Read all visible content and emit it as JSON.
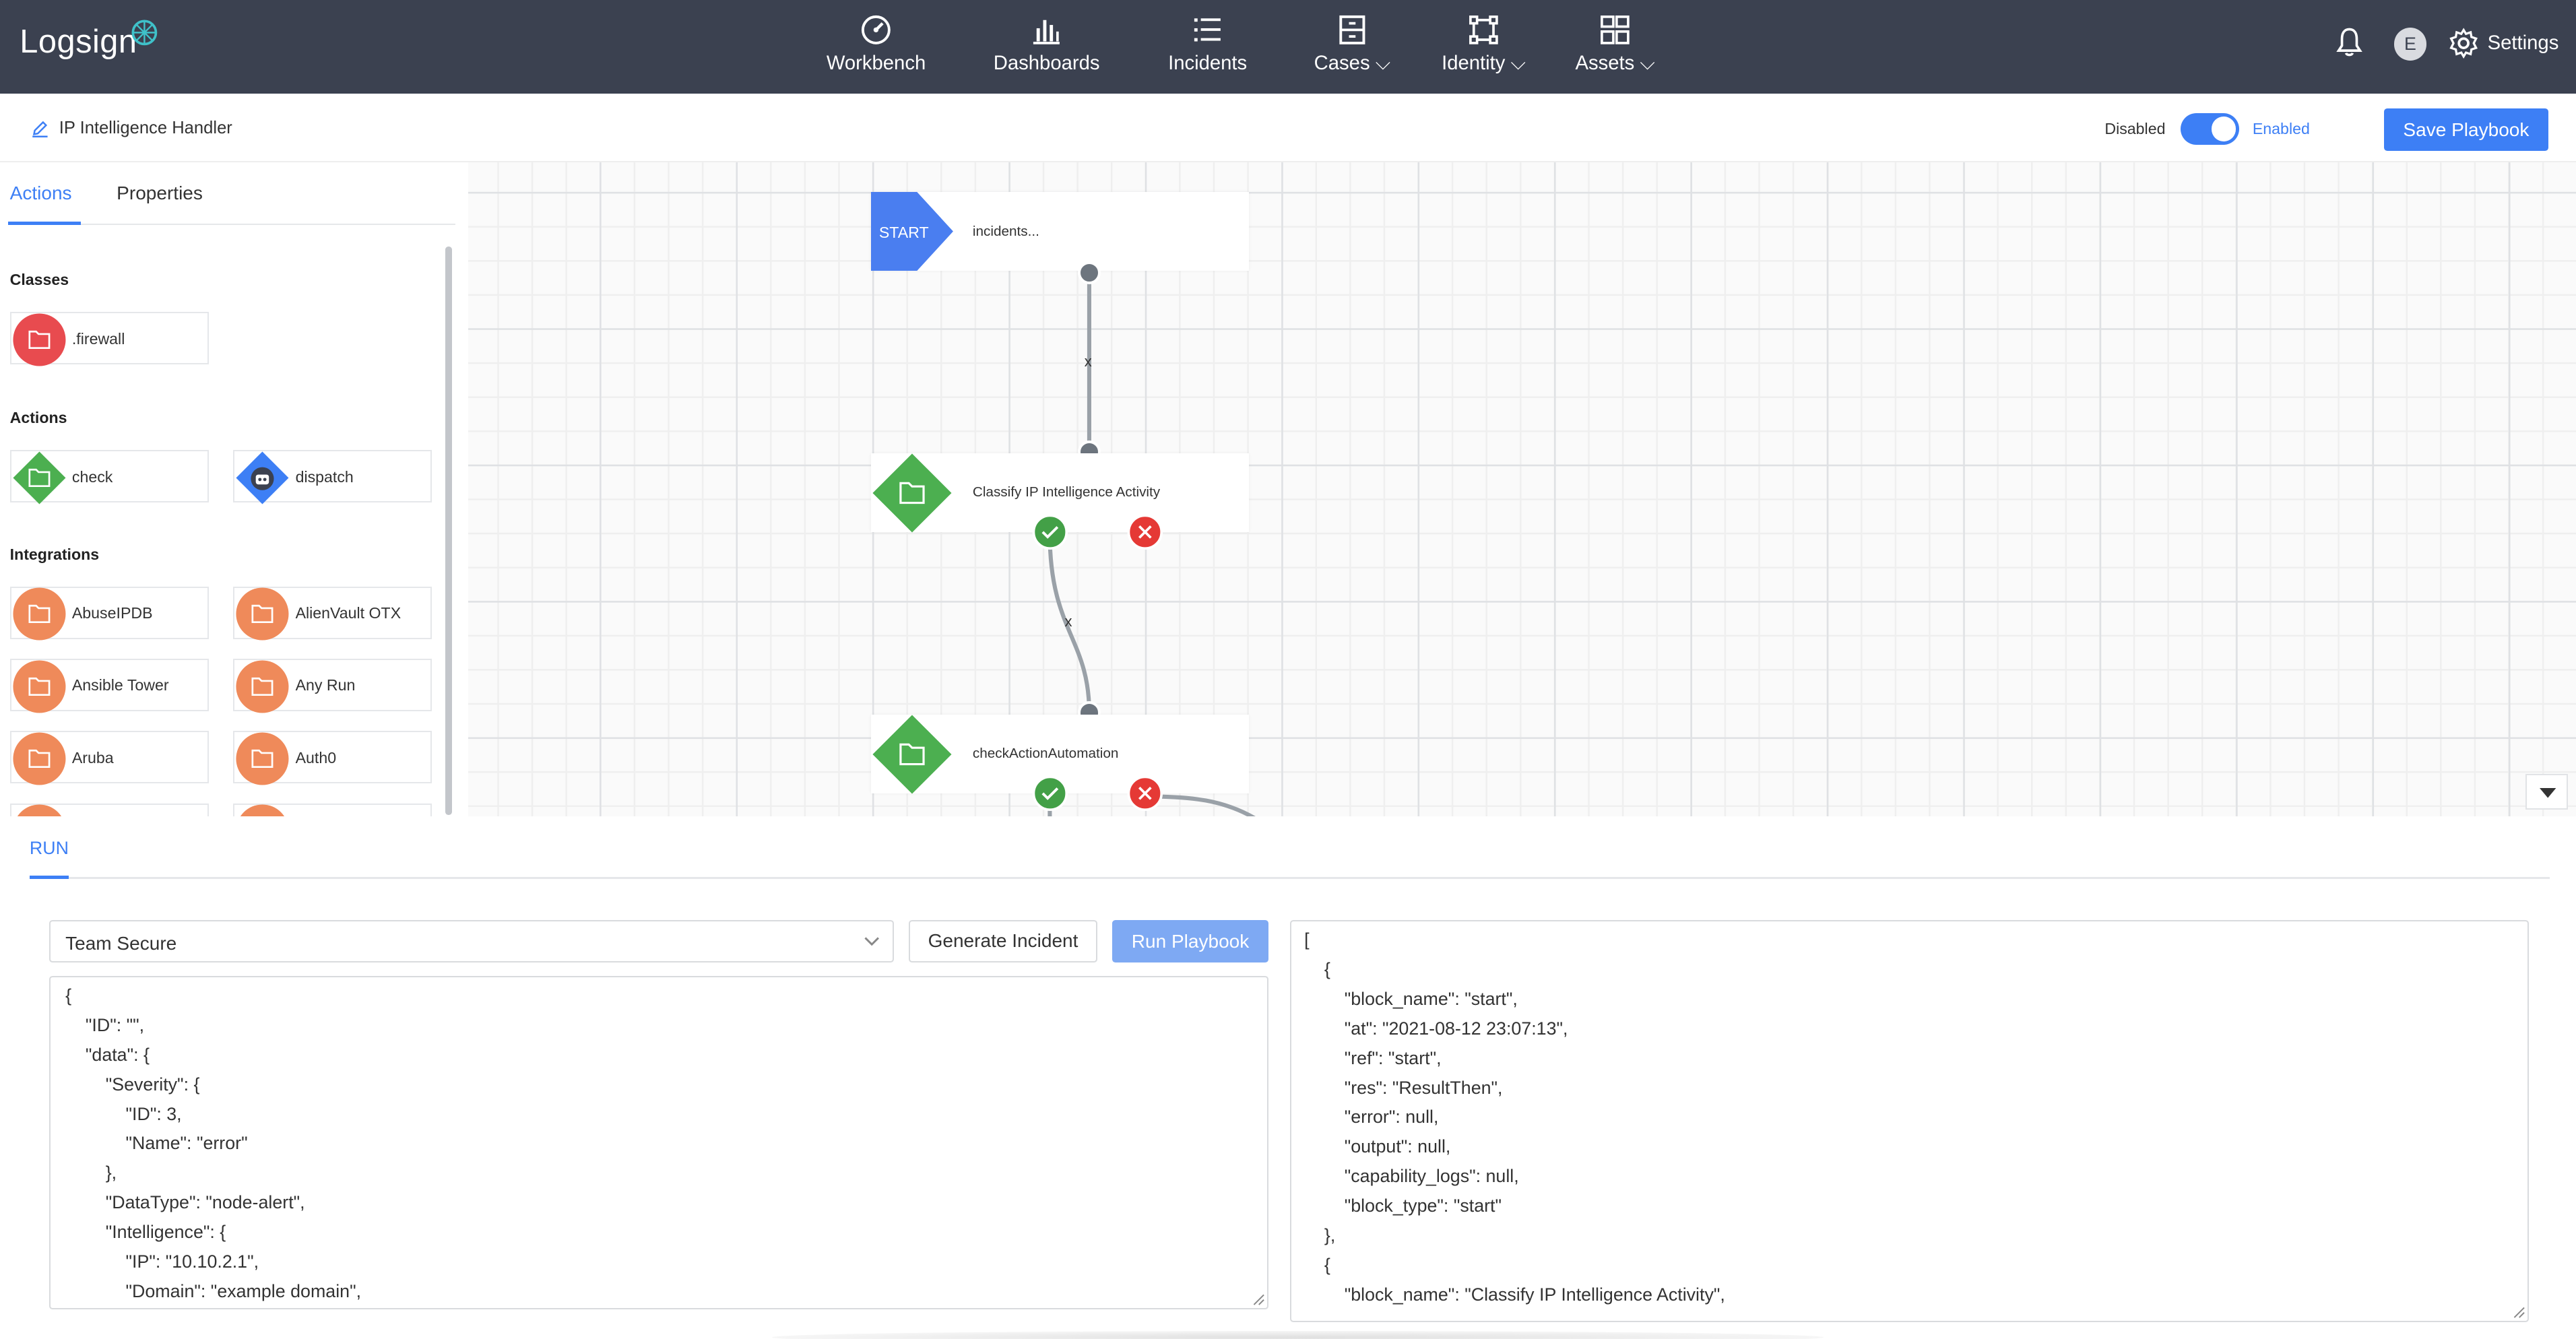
{
  "app": {
    "logo_text": "Logsign"
  },
  "nav": {
    "items": [
      {
        "label": "Workbench",
        "icon": "gauge-icon"
      },
      {
        "label": "Dashboards",
        "icon": "bar-chart-icon"
      },
      {
        "label": "Incidents",
        "icon": "list-icon"
      },
      {
        "label": "Cases",
        "icon": "cabinet-icon"
      },
      {
        "label": "Identity",
        "icon": "identity-icon"
      },
      {
        "label": "Assets",
        "icon": "grid-icon"
      }
    ],
    "avatar_initial": "E",
    "settings_label": "Settings"
  },
  "toolbar": {
    "playbook_name": "IP Intelligence Handler",
    "disabled_label": "Disabled",
    "enabled_label": "Enabled",
    "enabled": true,
    "save_label": "Save Playbook"
  },
  "left_panel": {
    "tabs": [
      "Actions",
      "Properties"
    ],
    "active_tab": "Actions",
    "classes_title": "Classes",
    "classes": [
      ".firewall"
    ],
    "actions_title": "Actions",
    "actions": [
      "check",
      "dispatch"
    ],
    "integrations_title": "Integrations",
    "integrations": [
      "AbuseIPDB",
      "AlienVault OTX",
      "Ansible Tower",
      "Any Run",
      "Aruba",
      "Auth0"
    ]
  },
  "canvas": {
    "start_label": "START",
    "nodes": [
      "incidents...",
      "Classify IP Intelligence Activity",
      "checkActionAutomation"
    ],
    "edge_marker": "x"
  },
  "run_panel": {
    "tab": "RUN",
    "team_select": "Team Secure",
    "generate_label": "Generate Incident",
    "run_label": "Run Playbook",
    "input_lines": [
      "{",
      "    \"ID\": \"\",",
      "    \"data\": {",
      "        \"Severity\": {",
      "            \"ID\": 3,",
      "            \"Name\": \"error\"",
      "        },",
      "        \"DataType\": \"node-alert\",",
      "        \"Intelligence\": {",
      "            \"IP\": \"10.10.2.1\",",
      "            \"Domain\": \"example domain\","
    ],
    "output_lines": [
      "[",
      "    {",
      "        \"block_name\": \"start\",",
      "        \"at\": \"2021-08-12 23:07:13\",",
      "        \"ref\": \"start\",",
      "        \"res\": \"ResultThen\",",
      "        \"error\": null,",
      "        \"output\": null,",
      "        \"capability_logs\": null,",
      "        \"block_type\": \"start\"",
      "    },",
      "    {",
      "        \"block_name\": \"Classify IP Intelligence Activity\","
    ]
  },
  "colors": {
    "nav_bg": "#3b4150",
    "accent": "#3d7ff5",
    "class_red": "#e84b4f",
    "action_green": "#4caf50",
    "integration_orange": "#ef8a5a",
    "success": "#43a047",
    "fail": "#e53935"
  }
}
